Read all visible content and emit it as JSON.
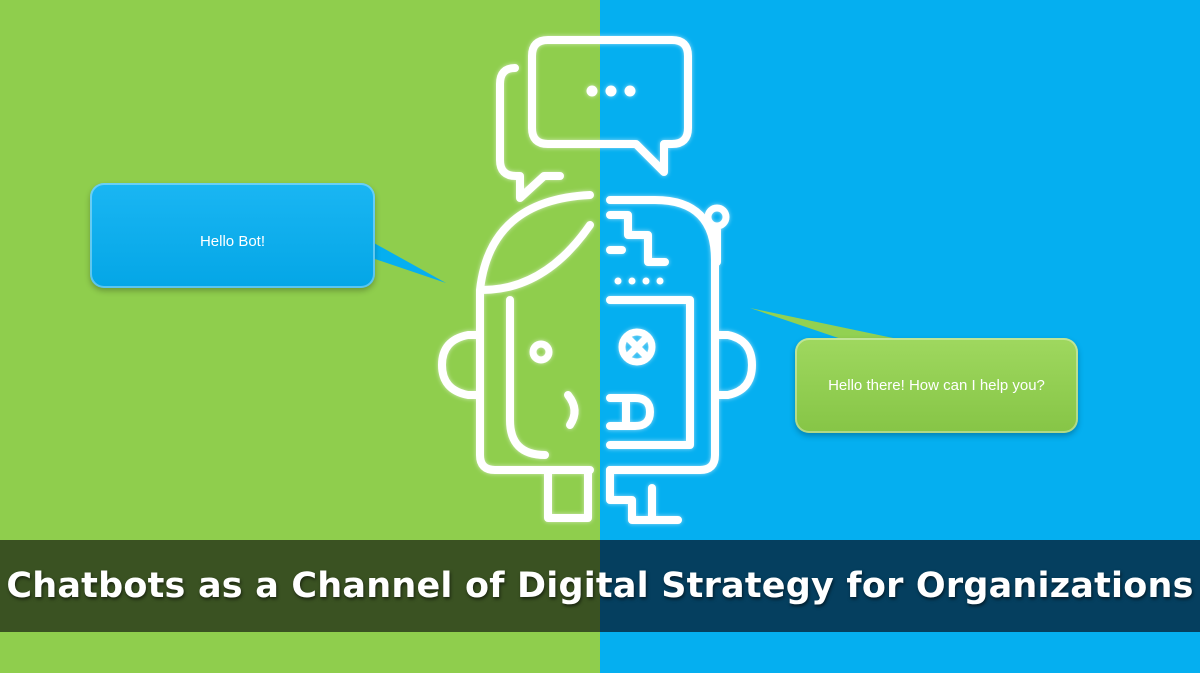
{
  "bubbles": {
    "user_message": "Hello Bot!",
    "bot_reply": "Hello there!  How can I help you?"
  },
  "banner": {
    "title": "Chatbots as a Channel of  Digital Strategy for Organizations"
  },
  "colors": {
    "left_background": "#8fce4d",
    "right_background": "#05aff0",
    "banner_left": "#3a5222",
    "banner_right": "#053f5f",
    "line_art": "#ffffff"
  },
  "icons": {
    "main": "half-human-half-robot-head-icon",
    "top": "chat-speech-bubbles-icon"
  }
}
